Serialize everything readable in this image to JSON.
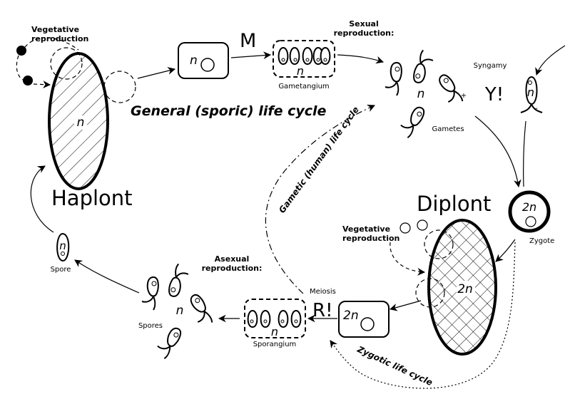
{
  "labels": {
    "veg_repro_top_1": "Vegetative",
    "veg_repro_top_2": "reproduction",
    "haplont": "Haplont",
    "haplont_ploidy": "n",
    "box_top_ploidy": "n",
    "mitosis_mark": "M",
    "gametangium": "Gametangium",
    "gametangium_ploidy": "n",
    "general_cycle": "General (sporic) life cycle",
    "sexual_repro_1": "Sexual",
    "sexual_repro_2": "reproduction:",
    "gametes_ploidy": "n",
    "gametes": "Gametes",
    "plus_sign": "+",
    "minus_sign": "-",
    "syngamy": "Syngamy",
    "syngamy_mark": "Y!",
    "right_gamete_ploidy": "n",
    "gametic_cycle": "Gametic (human) life cycle",
    "diplont": "Diplont",
    "diplont_ploidy": "2n",
    "zygote_ploidy": "2n",
    "zygote": "Zygote",
    "veg_repro_bot_1": "Vegetative",
    "veg_repro_bot_2": "reproduction",
    "meiosis": "Meiosis",
    "meiosis_mark": "R!",
    "box_bot_ploidy": "2n",
    "sporangium": "Sporangium",
    "sporangium_ploidy": "n",
    "asexual_repro_1": "Asexual",
    "asexual_repro_2": "reproduction:",
    "spores_ploidy": "n",
    "spores": "Spores",
    "spore": "Spore",
    "spore_ploidy": "n",
    "zygotic_cycle": "Zygotic life cycle"
  },
  "colors": {
    "ink": "#000000",
    "background": "#ffffff"
  }
}
